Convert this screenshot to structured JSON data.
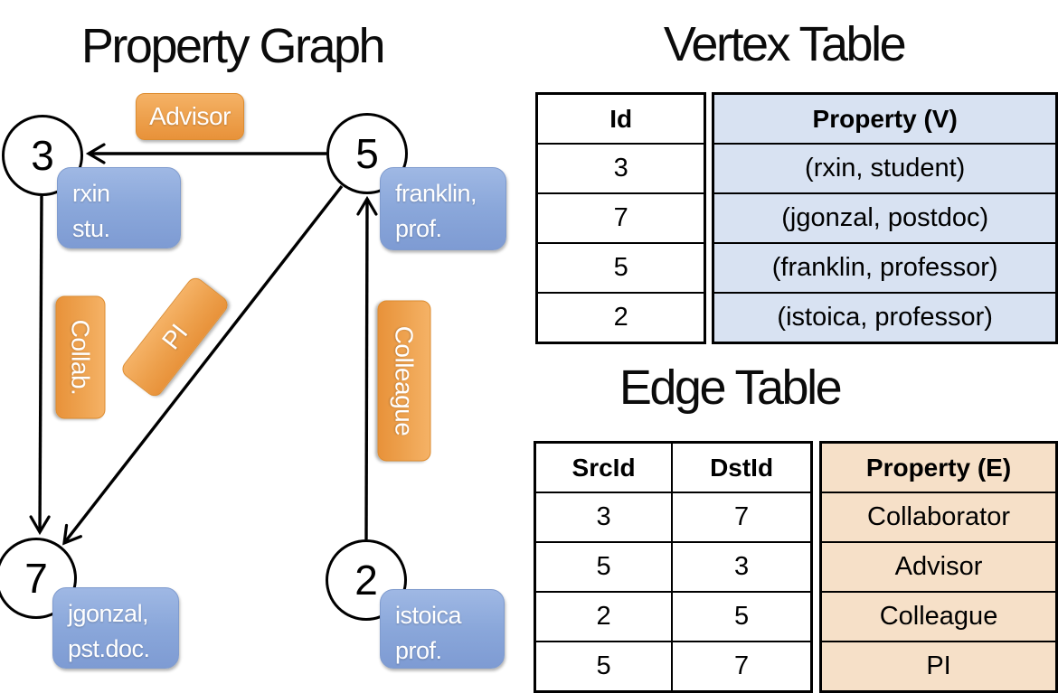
{
  "graph": {
    "title": "Property Graph",
    "nodes": [
      {
        "id": "3",
        "label_line1": "rxin",
        "label_line2": "stu."
      },
      {
        "id": "5",
        "label_line1": "franklin,",
        "label_line2": "prof."
      },
      {
        "id": "7",
        "label_line1": "jgonzal,",
        "label_line2": "pst.doc."
      },
      {
        "id": "2",
        "label_line1": "istoica",
        "label_line2": "prof."
      }
    ],
    "edge_labels": [
      {
        "text": "Advisor"
      },
      {
        "text": "Collab."
      },
      {
        "text": "PI"
      },
      {
        "text": "Colleague"
      }
    ]
  },
  "vertex_table": {
    "title": "Vertex Table",
    "headers": {
      "id": "Id",
      "property": "Property (V)"
    },
    "rows": [
      {
        "id": "3",
        "property": "(rxin, student)"
      },
      {
        "id": "7",
        "property": "(jgonzal, postdoc)"
      },
      {
        "id": "5",
        "property": "(franklin, professor)"
      },
      {
        "id": "2",
        "property": "(istoica, professor)"
      }
    ]
  },
  "edge_table": {
    "title": "Edge Table",
    "headers": {
      "src": "SrcId",
      "dst": "DstId",
      "property": "Property (E)"
    },
    "rows": [
      {
        "src": "3",
        "dst": "7",
        "property": "Collaborator"
      },
      {
        "src": "5",
        "dst": "3",
        "property": "Advisor"
      },
      {
        "src": "2",
        "dst": "5",
        "property": "Colleague"
      },
      {
        "src": "5",
        "dst": "7",
        "property": "PI"
      }
    ]
  },
  "colors": {
    "edge_label_fill": "#eda04c",
    "vertex_label_fill": "#8aa7da",
    "vertex_property_fill": "#d8e2f2",
    "edge_property_fill": "#f6e0c8",
    "line": "#000000"
  }
}
